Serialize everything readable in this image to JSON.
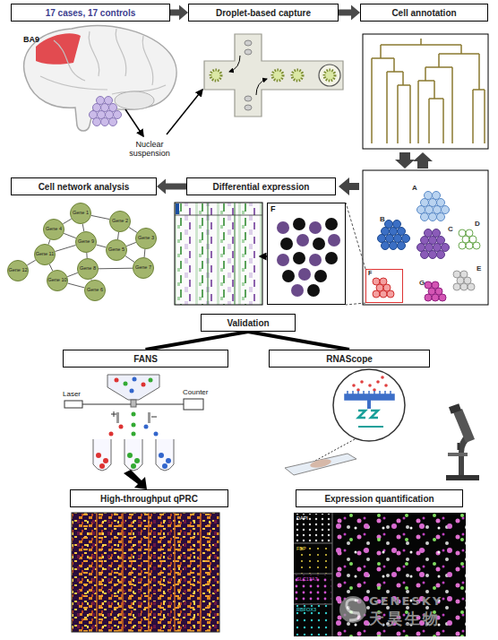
{
  "diagram": {
    "nodes": [
      {
        "text": [
          "17 cases, 17 controls"
        ]
      },
      {
        "text": [
          "Droplet-based capture"
        ]
      },
      {
        "text": [
          "Cell annotation"
        ]
      },
      {
        "text": [
          "Cell network analysis"
        ]
      },
      {
        "text": [
          "Differential expression"
        ]
      },
      {
        "text": [
          "Gene 1"
        ]
      },
      {
        "text": [
          "Gene 2"
        ]
      },
      {
        "text": [
          "Gene 4"
        ]
      },
      {
        "text": [
          "Gene 3"
        ]
      },
      {
        "text": [
          "Gene 9"
        ]
      },
      {
        "text": [
          "Gene 5"
        ]
      },
      {
        "text": [
          "Gene 11"
        ]
      },
      {
        "text": [
          "Gene 8"
        ]
      },
      {
        "text": [
          "Gene 7"
        ]
      },
      {
        "text": [
          "Gene 12"
        ]
      },
      {
        "text": [
          "Gene 10"
        ]
      },
      {
        "text": [
          "Gene 6"
        ]
      },
      {
        "text": [
          "Validation"
        ]
      },
      {
        "text": [
          "FANS"
        ]
      },
      {
        "text": [
          "RNAScope"
        ]
      },
      {
        "text": [
          "High-throughput qPRC"
        ]
      },
      {
        "text": [
          "Expression quantification"
        ]
      },
      {
        "text": [
          "F"
        ]
      },
      {
        "text": [
          "F"
        ]
      }
    ],
    "edges": [
      {
        "from": 0,
        "to": 1,
        "arrow": "to"
      },
      {
        "from": 1,
        "to": 2,
        "arrow": "to"
      },
      {
        "from": 4,
        "to": 3,
        "arrow": "to"
      },
      {
        "from": 17,
        "to": 18,
        "arrow": "none"
      },
      {
        "from": 17,
        "to": 19,
        "arrow": "none"
      },
      {
        "from": 22,
        "to": 23,
        "arrow": "none"
      },
      {
        "from": 5,
        "to": 7,
        "arrow": "none"
      },
      {
        "from": 5,
        "to": 9,
        "arrow": "none"
      },
      {
        "from": 5,
        "to": 6,
        "arrow": "none"
      },
      {
        "from": 6,
        "to": 10,
        "arrow": "none"
      },
      {
        "from": 6,
        "to": 8,
        "arrow": "none"
      },
      {
        "from": 7,
        "to": 9,
        "arrow": "none"
      },
      {
        "from": 7,
        "to": 11,
        "arrow": "none"
      },
      {
        "from": 9,
        "to": 10,
        "arrow": "none"
      },
      {
        "from": 9,
        "to": 12,
        "arrow": "none"
      },
      {
        "from": 9,
        "to": 11,
        "arrow": "none"
      },
      {
        "from": 10,
        "to": 8,
        "arrow": "none"
      },
      {
        "from": 10,
        "to": 13,
        "arrow": "none"
      },
      {
        "from": 12,
        "to": 13,
        "arrow": "none"
      },
      {
        "from": 12,
        "to": 15,
        "arrow": "none"
      },
      {
        "from": 12,
        "to": 16,
        "arrow": "none"
      },
      {
        "from": 11,
        "to": 14,
        "arrow": "none"
      },
      {
        "from": 11,
        "to": 15,
        "arrow": "none"
      },
      {
        "from": 15,
        "to": 16,
        "arrow": "none"
      },
      {
        "from": 8,
        "to": 13,
        "arrow": "none"
      }
    ],
    "labels": [
      "BA9",
      "Nuclear suspension",
      "A",
      "B",
      "C",
      "D",
      "E",
      "G",
      "Laser",
      "Counter",
      "DAPI",
      "FBP",
      "SLC17A7",
      "RBFOX3",
      "GENESKY",
      "天昊生物"
    ]
  }
}
